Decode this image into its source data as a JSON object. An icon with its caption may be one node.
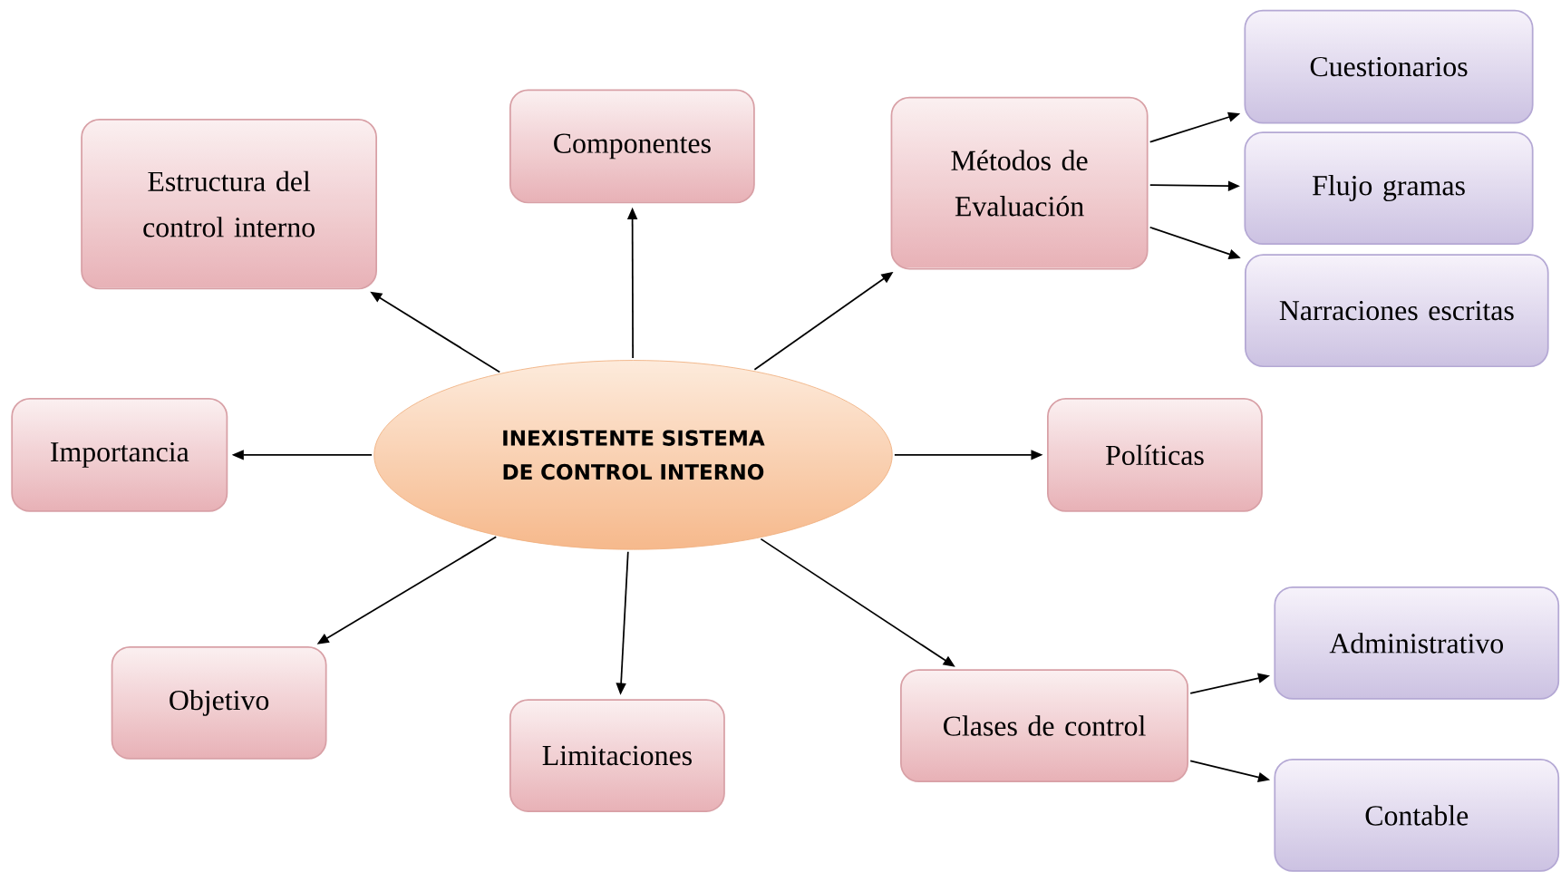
{
  "diagram": {
    "nodes": [
      {
        "text": [
          "INEXISTENTE SISTEMA DE CONTROL INTERNO"
        ]
      },
      {
        "text": [
          "Estructura del control interno"
        ]
      },
      {
        "text": [
          "Componentes"
        ]
      },
      {
        "text": [
          "Métodos de Evaluación"
        ]
      },
      {
        "text": [
          "Cuestionarios"
        ]
      },
      {
        "text": [
          "Flujo gramas"
        ]
      },
      {
        "text": [
          "Narraciones escritas"
        ]
      },
      {
        "text": [
          "Importancia"
        ]
      },
      {
        "text": [
          "Políticas"
        ]
      },
      {
        "text": [
          "Objetivo"
        ]
      },
      {
        "text": [
          "Limitaciones"
        ]
      },
      {
        "text": [
          "Clases de control"
        ]
      },
      {
        "text": [
          "Administrativo"
        ]
      },
      {
        "text": [
          "Contable"
        ]
      }
    ],
    "edges": [
      {
        "from": 0,
        "to": 1,
        "arrow": "to"
      },
      {
        "from": 0,
        "to": 2,
        "arrow": "to"
      },
      {
        "from": 0,
        "to": 3,
        "arrow": "to"
      },
      {
        "from": 3,
        "to": 4,
        "arrow": "to"
      },
      {
        "from": 3,
        "to": 5,
        "arrow": "to"
      },
      {
        "from": 3,
        "to": 6,
        "arrow": "to"
      },
      {
        "from": 0,
        "to": 7,
        "arrow": "to"
      },
      {
        "from": 0,
        "to": 8,
        "arrow": "to"
      },
      {
        "from": 0,
        "to": 9,
        "arrow": "to"
      },
      {
        "from": 0,
        "to": 10,
        "arrow": "to"
      },
      {
        "from": 0,
        "to": 11,
        "arrow": "to"
      },
      {
        "from": 11,
        "to": 12,
        "arrow": "to"
      },
      {
        "from": 11,
        "to": 13,
        "arrow": "to"
      }
    ]
  }
}
